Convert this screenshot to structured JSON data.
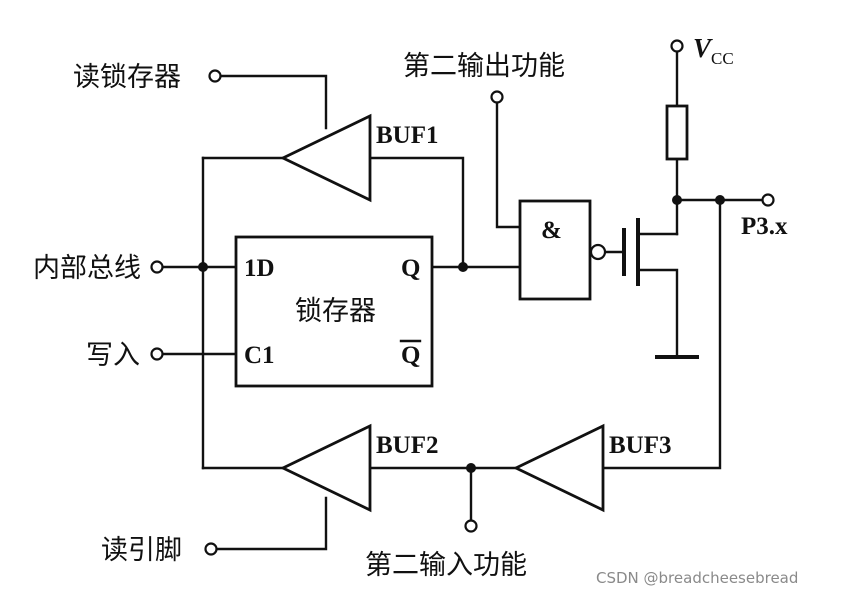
{
  "labels": {
    "read_latch": "读锁存器",
    "internal_bus": "内部总线",
    "write": "写入",
    "read_pin": "读引脚",
    "alt_output": "第二输出功能",
    "alt_input": "第二输入功能",
    "vcc_v": "V",
    "vcc_sub": "CC",
    "pin": "P3.x",
    "and_sym": "&"
  },
  "latch": {
    "name": "锁存器",
    "in_d": "1D",
    "in_c": "C1",
    "out_q": "Q",
    "out_qbar": "Q"
  },
  "buffers": {
    "buf1": "BUF1",
    "buf2": "BUF2",
    "buf3": "BUF3"
  },
  "watermark": "CSDN @breadcheesebread"
}
